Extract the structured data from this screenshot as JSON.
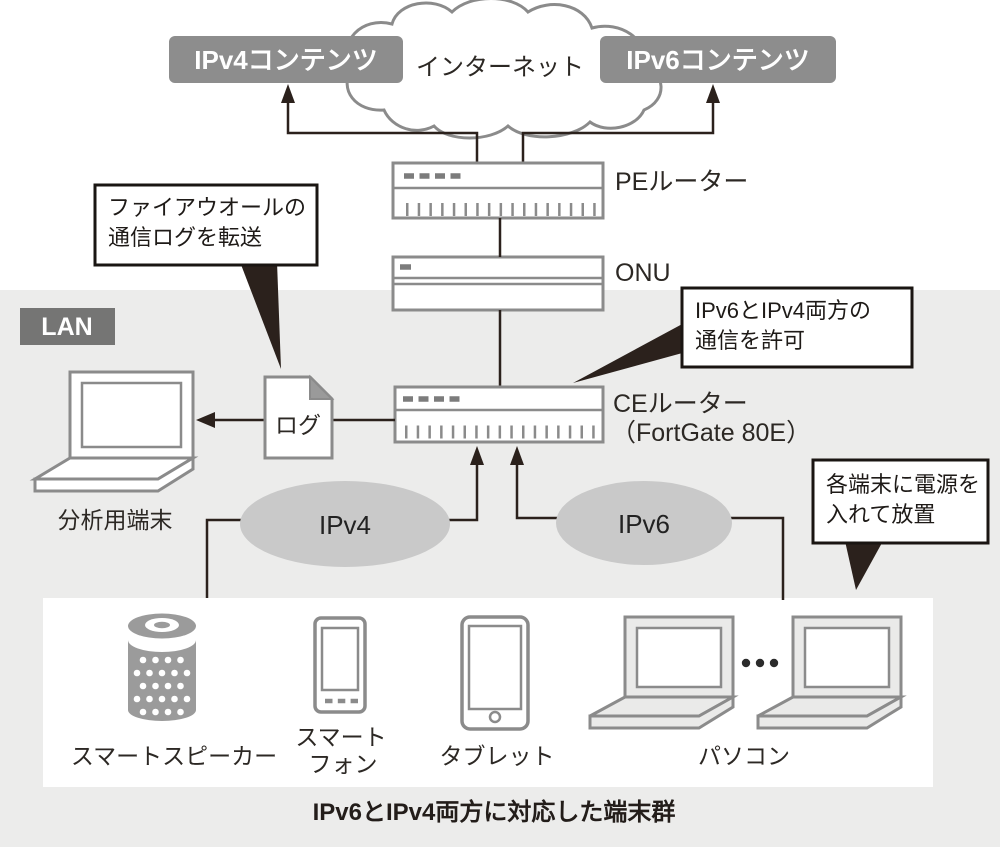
{
  "colors": {
    "lan_background": "#ececeb",
    "content_box_gray": "#8d8d8d",
    "lan_tag_gray": "#757574",
    "flow_ellipse_gray": "#c9c9c9",
    "speaker_gray": "#9b9b9b",
    "outline_gray": "#8b8b8b",
    "line_dark": "#2b211c",
    "device_box_white": "#ffffff"
  },
  "internet": {
    "label": "インターネット",
    "ipv4_content": "IPv4コンテンツ",
    "ipv6_content": "IPv6コンテンツ"
  },
  "wan_devices": {
    "pe_router": "PEルーター",
    "onu": "ONU",
    "ce_router_name": "CEルーター",
    "ce_router_model": "（FortGate 80E）"
  },
  "lan": {
    "tag": "LAN",
    "log_doc": "ログ",
    "analysis_terminal": "分析用端末",
    "ipv4_flow": "IPv4",
    "ipv6_flow": "IPv6"
  },
  "callouts": {
    "firewall_log_line1": "ファイアウオールの",
    "firewall_log_line2": "通信ログを転送",
    "allow_both_line1": "IPv6とIPv4両方の",
    "allow_both_line2": "通信を許可",
    "power_on_line1": "各端末に電源を",
    "power_on_line2": "入れて放置"
  },
  "terminal_group": {
    "smart_speaker": "スマートスピーカー",
    "smartphone_line1": "スマート",
    "smartphone_line2": "フォン",
    "tablet": "タブレット",
    "pc": "パソコン",
    "ellipsis": "・・・",
    "caption": "IPv6とIPv4両方に対応した端末群"
  }
}
